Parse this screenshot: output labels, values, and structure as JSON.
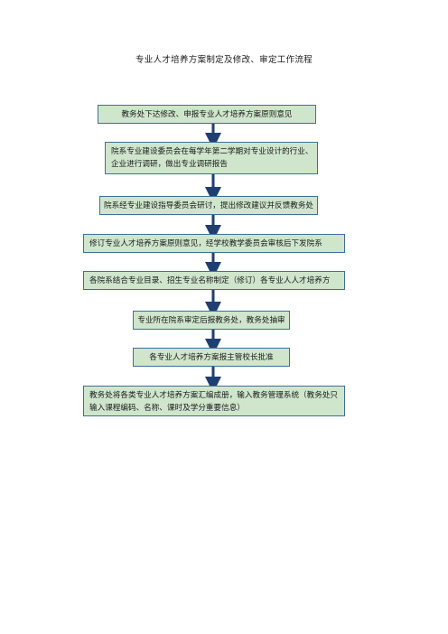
{
  "title": "专业人才培养方案制定及修改、审定工作流程",
  "colors": {
    "box_fill": "#cfe6cd",
    "box_border": "#3f6f9b",
    "arrow": "#1f3f73"
  },
  "steps": [
    "教务处下达修改、申报专业人才培养方案原则意见",
    "院系专业建设委员会在每学年第二学期对专业设计的行业、企业进行调研，做出专业调研报告",
    "院系经专业建设指导委员会研讨，提出修改建议并反馈教务处",
    "修订专业人才培养方案原则意见，经学校教学委员会审核后下发院系",
    "各院系结合专业目录、招生专业名称制定（修订）各专业人人才培养方",
    "专业所在院系审定后报教务处，教务处抽审",
    "各专业人才培养方案报主管校长批准",
    "教务处将各类专业人才培养方案汇编成册，输入教务管理系统（教务处只输入课程编码、名称、课时及学分重要信息）"
  ]
}
